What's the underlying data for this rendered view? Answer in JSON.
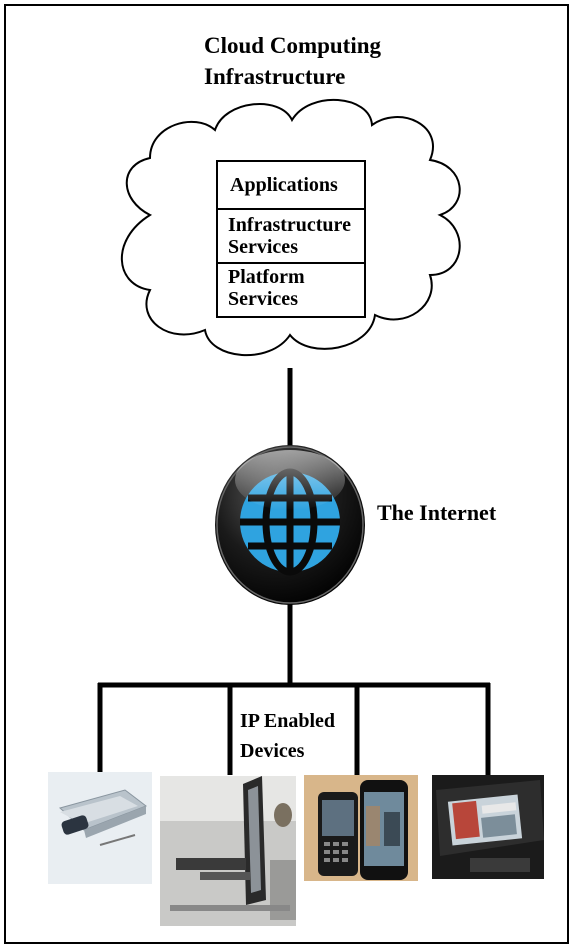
{
  "title": {
    "line1": "Cloud Computing",
    "line2": "Infrastructure"
  },
  "cloud_stack": [
    {
      "label": "Applications"
    },
    {
      "label": "Infrastructure Services"
    },
    {
      "label": "Platform Services"
    }
  ],
  "internet_label": "The Internet",
  "devices_label": {
    "line1": "IP Enabled",
    "line2": "Devices"
  },
  "devices": [
    {
      "kind": "laptop-and-phone"
    },
    {
      "kind": "desktop-computer"
    },
    {
      "kind": "smartphones"
    },
    {
      "kind": "car-dashboard-display"
    }
  ],
  "colors": {
    "globe_blue": "#2fa3e0",
    "globe_dark": "#0a0a0a",
    "line": "#000000"
  }
}
